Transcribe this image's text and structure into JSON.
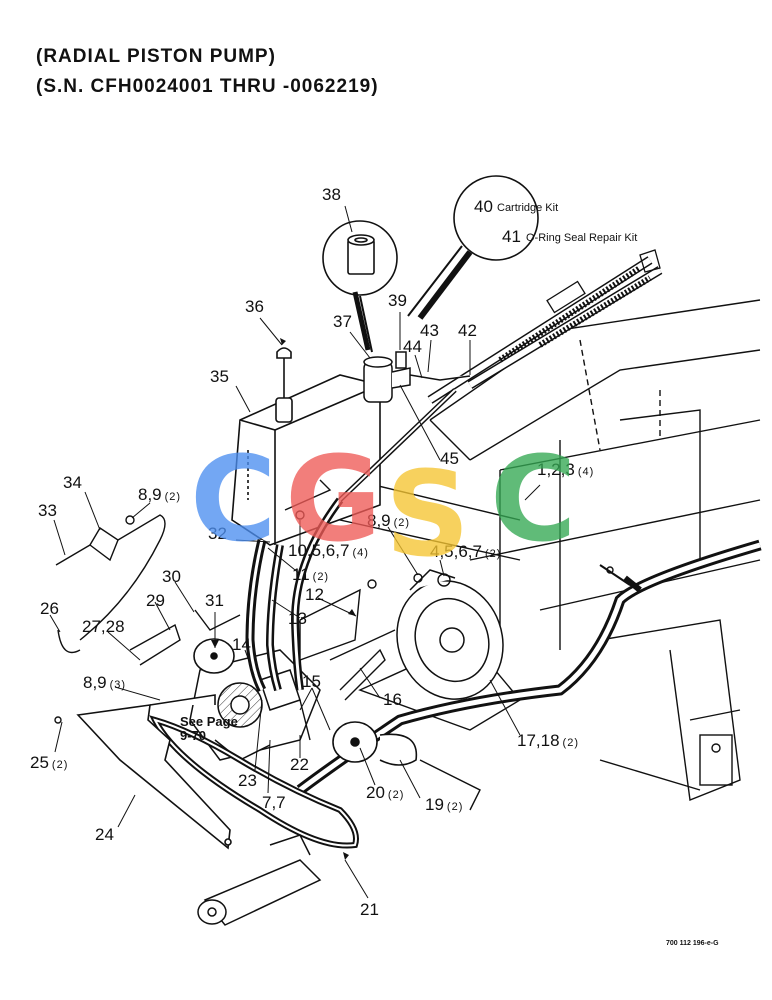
{
  "header": {
    "title_line1": "(RADIAL PISTON PUMP)",
    "title_line2": "(S.N. CFH0024001 THRU -0062219)"
  },
  "callouts": [
    {
      "id": "c38",
      "num": "38",
      "qty": ""
    },
    {
      "id": "c36",
      "num": "36",
      "qty": ""
    },
    {
      "id": "c37",
      "num": "37",
      "qty": ""
    },
    {
      "id": "c39",
      "num": "39",
      "qty": ""
    },
    {
      "id": "c43",
      "num": "43",
      "qty": ""
    },
    {
      "id": "c44",
      "num": "44",
      "qty": ""
    },
    {
      "id": "c42",
      "num": "42",
      "qty": ""
    },
    {
      "id": "c35",
      "num": "35",
      "qty": ""
    },
    {
      "id": "c45",
      "num": "45",
      "qty": ""
    },
    {
      "id": "c1",
      "num": "1,2,3",
      "qty": "(4)"
    },
    {
      "id": "c34",
      "num": "34",
      "qty": ""
    },
    {
      "id": "c33",
      "num": "33",
      "qty": ""
    },
    {
      "id": "c89a",
      "num": "8,9",
      "qty": "(2)"
    },
    {
      "id": "c32",
      "num": "32",
      "qty": ""
    },
    {
      "id": "c89b",
      "num": "8,9",
      "qty": "(2)"
    },
    {
      "id": "c10",
      "num": "10,5,6,7",
      "qty": "(4)"
    },
    {
      "id": "c4",
      "num": "4,5,6,7",
      "qty": "(2)"
    },
    {
      "id": "c11",
      "num": "11",
      "qty": "(2)"
    },
    {
      "id": "c30",
      "num": "30",
      "qty": ""
    },
    {
      "id": "c12",
      "num": "12",
      "qty": ""
    },
    {
      "id": "c13",
      "num": "13",
      "qty": ""
    },
    {
      "id": "c26",
      "num": "26",
      "qty": ""
    },
    {
      "id": "c31",
      "num": "31",
      "qty": ""
    },
    {
      "id": "c29",
      "num": "29",
      "qty": ""
    },
    {
      "id": "c2728",
      "num": "27,28",
      "qty": ""
    },
    {
      "id": "c14",
      "num": "14",
      "qty": ""
    },
    {
      "id": "c15",
      "num": "15",
      "qty": ""
    },
    {
      "id": "c89c",
      "num": "8,9",
      "qty": "(3)"
    },
    {
      "id": "c16",
      "num": "16",
      "qty": ""
    },
    {
      "id": "c17",
      "num": "17,18",
      "qty": "(2)"
    },
    {
      "id": "c25",
      "num": "25",
      "qty": "(2)"
    },
    {
      "id": "c22",
      "num": "22",
      "qty": ""
    },
    {
      "id": "c23",
      "num": "23",
      "qty": ""
    },
    {
      "id": "c20",
      "num": "20",
      "qty": "(2)"
    },
    {
      "id": "c19",
      "num": "19",
      "qty": "(2)"
    },
    {
      "id": "c77",
      "num": "7,7",
      "qty": ""
    },
    {
      "id": "c24",
      "num": "24",
      "qty": ""
    },
    {
      "id": "c21",
      "num": "21",
      "qty": ""
    }
  ],
  "kit_bubble": {
    "item40_num": "40",
    "item40_label": "Cartridge Kit",
    "item41_num": "41",
    "item41_label": "O-Ring Seal Repair Kit"
  },
  "see_page": {
    "line1": "See Page",
    "line2": "9-70"
  },
  "watermark": {
    "letters": [
      "C",
      "G",
      "S",
      "C"
    ],
    "colors": [
      "#4d8ff0",
      "#ef5a57",
      "#f5c531",
      "#34a853"
    ]
  },
  "figure_code": "700 112 196-e-G"
}
